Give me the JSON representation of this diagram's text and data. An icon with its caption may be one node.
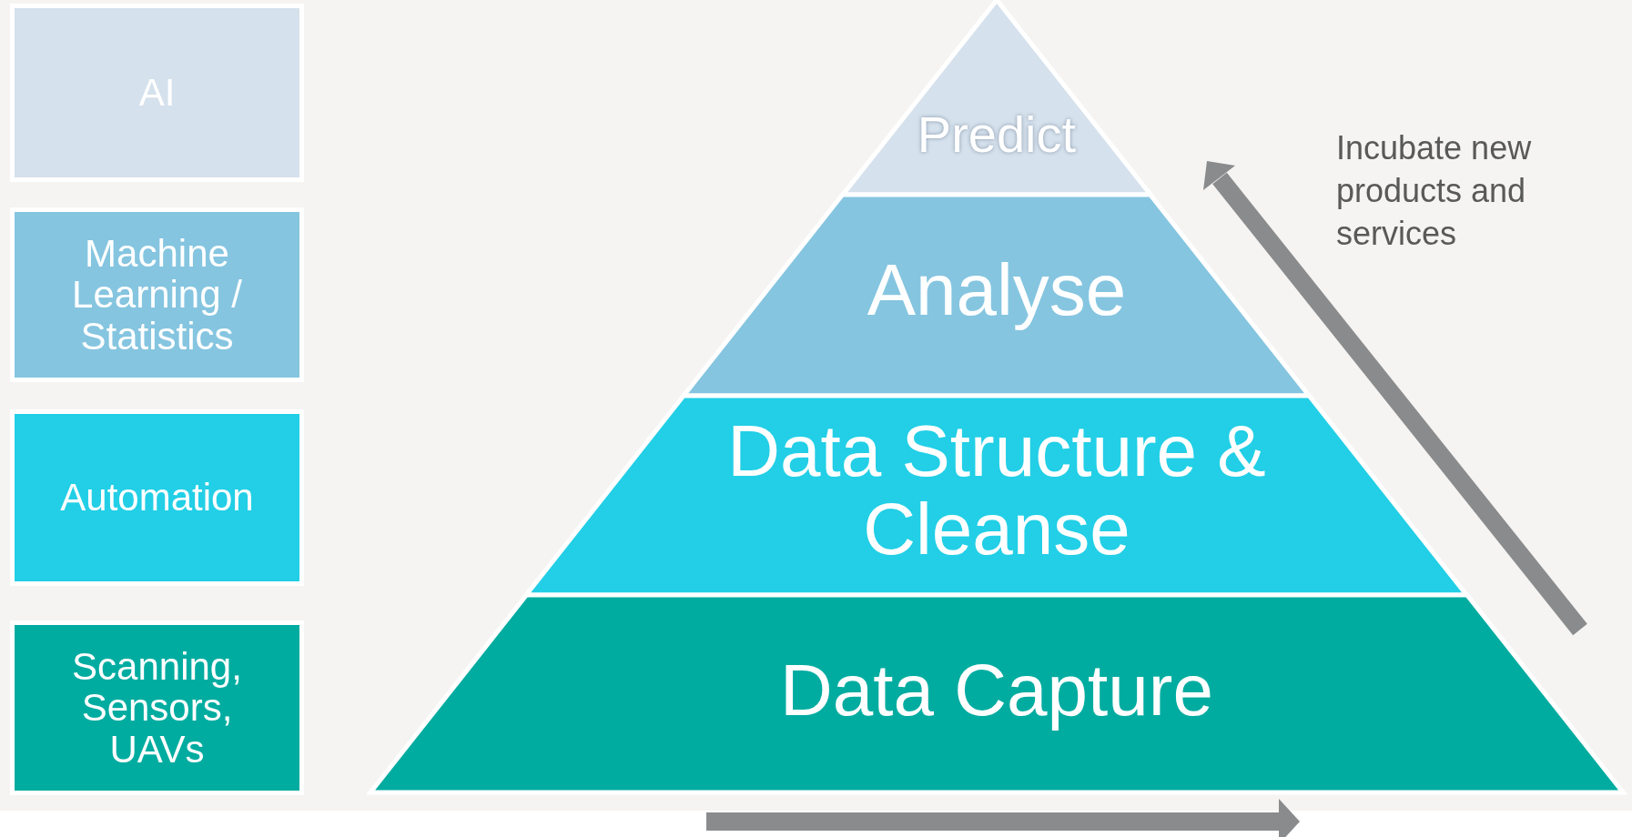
{
  "diagram": {
    "nodes": [
      {
        "text": [
          "AI"
        ]
      },
      {
        "text": [
          "Machine Learning / Statistics"
        ]
      },
      {
        "text": [
          "Automation"
        ]
      },
      {
        "text": [
          "Scanning, Sensors, UAVs"
        ]
      },
      {
        "text": [
          "Predict"
        ]
      },
      {
        "text": [
          "Analyse"
        ]
      },
      {
        "text": [
          "Data Structure & Cleanse"
        ]
      },
      {
        "text": [
          "Data Capture"
        ]
      }
    ],
    "labels": [
      "Incubate new products and services"
    ]
  }
}
